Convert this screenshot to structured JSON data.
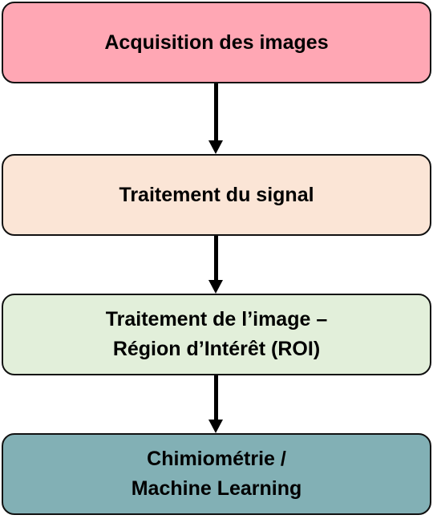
{
  "diagram": {
    "steps": [
      {
        "lines": [
          "Acquisition des images"
        ],
        "fill": "#ffa7b4"
      },
      {
        "lines": [
          "Traitement du signal"
        ],
        "fill": "#fbe5d6"
      },
      {
        "lines": [
          "Traitement de l’image –",
          "Région d’Intérêt (ROI)"
        ],
        "fill": "#e2efda"
      },
      {
        "lines": [
          "Chimiométrie /",
          "Machine Learning"
        ],
        "fill": "#82b0b5"
      }
    ],
    "border_color": "#111111",
    "arrow_color": "#000000"
  }
}
